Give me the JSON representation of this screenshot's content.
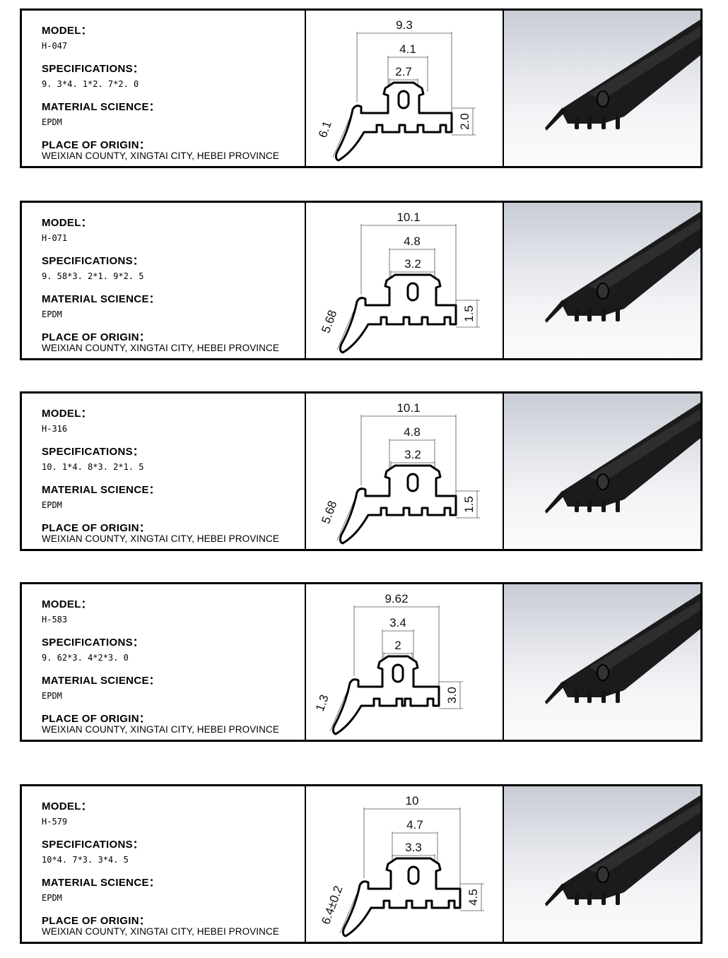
{
  "labels": {
    "model": "MODEL：",
    "specifications": "SPECIFICATIONS：",
    "material": "MATERIAL SCIENCE：",
    "origin": "PLACE OF ORIGIN："
  },
  "products": [
    {
      "model": "H-047",
      "spec": "9. 3*4. 1*2. 7*2. 0",
      "material": "EPDM",
      "origin": "WEIXIAN COUNTY, XINGTAI CITY, HEBEI PROVINCE",
      "dims": {
        "width": "9.3",
        "mid": "4.1",
        "inner": "2.7",
        "lip": "6.1",
        "height": "2.0"
      }
    },
    {
      "model": "H-071",
      "spec": "9. 58*3. 2*1. 9*2. 5",
      "material": "EPDM",
      "origin": "WEIXIAN COUNTY, XINGTAI CITY, HEBEI PROVINCE",
      "dims": {
        "width": "10.1",
        "mid": "4.8",
        "inner": "3.2",
        "lip": "5.68",
        "height": "1.5"
      }
    },
    {
      "model": "H-316",
      "spec": "10. 1*4. 8*3. 2*1. 5",
      "material": "EPDM",
      "origin": "WEIXIAN COUNTY, XINGTAI CITY, HEBEI PROVINCE",
      "dims": {
        "width": "10.1",
        "mid": "4.8",
        "inner": "3.2",
        "lip": "5.68",
        "height": "1.5"
      }
    },
    {
      "model": "H-583",
      "spec": "9. 62*3. 4*2*3. 0",
      "material": "EPDM",
      "origin": "WEIXIAN COUNTY, XINGTAI CITY, HEBEI PROVINCE",
      "dims": {
        "width": "9.62",
        "mid": "3.4",
        "inner": "2",
        "lip": "1.3",
        "height": "3.0"
      }
    },
    {
      "model": "H-579",
      "spec": "10*4. 7*3. 3*4. 5",
      "material": "EPDM",
      "origin": "WEIXIAN COUNTY, XINGTAI CITY, HEBEI PROVINCE",
      "dims": {
        "width": "10",
        "mid": "4.7",
        "inner": "3.3",
        "lip": "6.4±0.2",
        "height": "4.5"
      }
    }
  ]
}
